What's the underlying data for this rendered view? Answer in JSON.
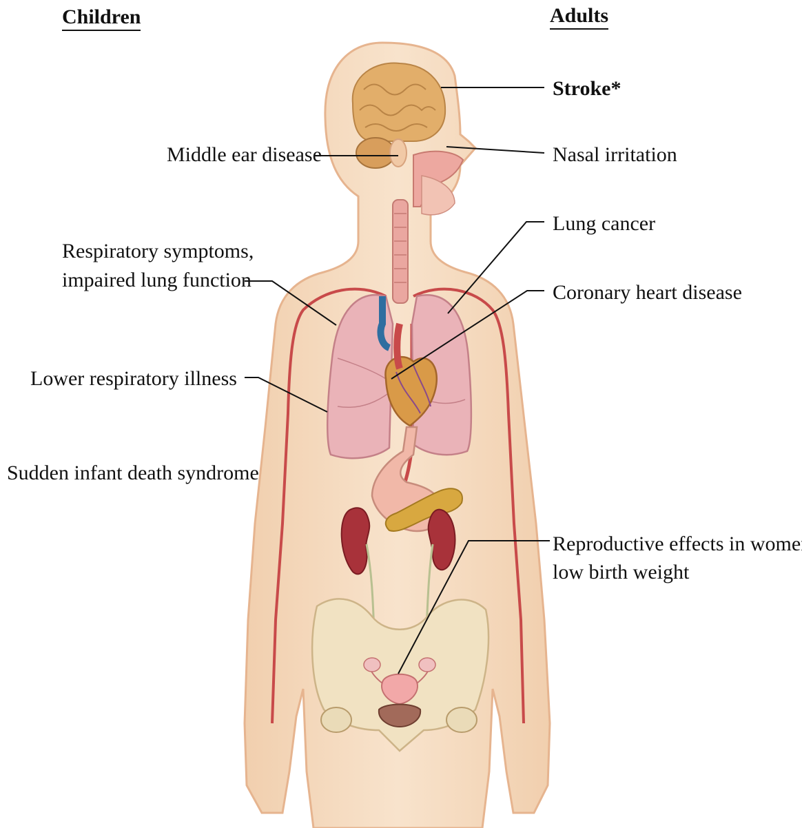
{
  "headers": {
    "children": "Children",
    "adults": "Adults"
  },
  "labels": {
    "stroke": "Stroke*",
    "nasal": "Nasal irritation",
    "middle_ear": "Middle ear disease",
    "lung_cancer": "Lung cancer",
    "respiratory_1": "Respiratory symptoms,",
    "respiratory_2": "impaired lung function",
    "coronary": "Coronary heart disease",
    "lower_resp": "Lower respiratory illness",
    "sids": "Sudden infant death syndrome",
    "repro_1": "Reproductive effects in women:",
    "repro_2": "low birth weight"
  },
  "colors": {
    "skin": "#f6dcc0",
    "skin_edge": "#e8b896",
    "lung": "#eab3b8",
    "artery": "#c84a4a",
    "vein": "#2f6ea0",
    "kidney": "#a8323a",
    "pancreas": "#d8a840",
    "bone": "#efe0c0"
  }
}
